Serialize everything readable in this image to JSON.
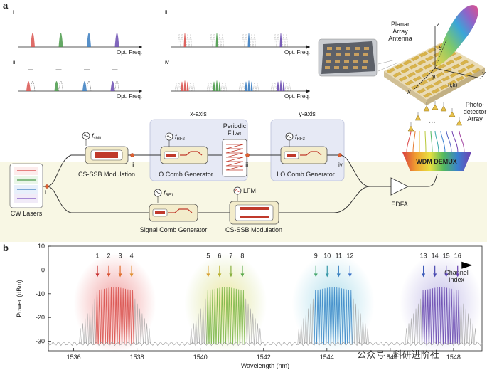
{
  "panel_a": {
    "label": "a",
    "subpanels": {
      "i": "i",
      "ii": "ii",
      "iii": "iii",
      "iv": "iv",
      "axis_label": "Opt. Freq."
    },
    "antenna": {
      "title_line1": "Planar",
      "title_line2": "Array",
      "title_line3": "Antenna",
      "axis_x": "x",
      "axis_y": "y",
      "axis_z": "z",
      "theta": "θ",
      "phi": "φ",
      "element": "(i,k)"
    },
    "photodetector": {
      "line1": "Photo-",
      "line2": "detector",
      "line3": "Array"
    },
    "blocks": {
      "x_axis": "x-axis",
      "y_axis": "y-axis",
      "periodic_filter_line1": "Periodic",
      "periodic_filter_line2": "Filter",
      "cw_lasers": "CW Lasers",
      "cs_ssb_1": "CS-SSB Modulation",
      "lo_comb_1": "LO Comb Generator",
      "lo_comb_2": "LO Comb Generator",
      "signal_comb": "Signal Comb Generator",
      "cs_ssb_2": "CS-SSB Modulation",
      "edfa": "EDFA",
      "wdm": "WDM DEMUX",
      "f_shift": "f",
      "f_shift_sub": "shift",
      "f_rf2": "f",
      "f_rf2_sub": "RF2",
      "f_rf3": "f",
      "f_rf3_sub": "RF3",
      "f_rf1": "f",
      "f_rf1_sub": "RF1",
      "lfm": "LFM",
      "node_i": "i",
      "node_ii": "ii",
      "node_iii": "iii",
      "node_iv": "iv"
    }
  },
  "panel_b": {
    "label": "b",
    "channel_index_line1": "Channel",
    "channel_index_line2": "Index",
    "channels": [
      "1",
      "2",
      "3",
      "4",
      "5",
      "6",
      "7",
      "8",
      "9",
      "10",
      "11",
      "12",
      "13",
      "14",
      "15",
      "16"
    ],
    "watermark": "公众号 · 科研进阶社"
  },
  "chart_data": {
    "type": "line",
    "xlabel": "Wavelength (nm)",
    "ylabel": "Power (dBm)",
    "xlim": [
      1535.2,
      1548.9
    ],
    "ylim": [
      -34,
      10
    ],
    "x_ticks": [
      "1536",
      "1538",
      "1540",
      "1542",
      "1544",
      "1546",
      "1548"
    ],
    "y_ticks": [
      "10",
      "0",
      "-10",
      "-20",
      "-30"
    ],
    "groups": [
      {
        "center_nm": 1537.3,
        "color": "#d9534f",
        "channels": [
          "1",
          "2",
          "3",
          "4"
        ]
      },
      {
        "center_nm": 1540.8,
        "color": "#7ab648",
        "channels": [
          "5",
          "6",
          "7",
          "8"
        ]
      },
      {
        "center_nm": 1544.2,
        "color": "#3a87c8",
        "channels": [
          "9",
          "10",
          "11",
          "12"
        ]
      },
      {
        "center_nm": 1547.6,
        "color": "#6a4bb0",
        "channels": [
          "13",
          "14",
          "15",
          "16"
        ]
      }
    ],
    "peak_level_dBm": -7,
    "noise_floor_dBm": -31
  },
  "colors": {
    "red": "#d9534f",
    "green": "#4a9a4a",
    "blue": "#3a7cc0",
    "purple": "#6a4bb0",
    "box_fill": "#e9ecf6",
    "module_fill": "#f3eccb",
    "band": "#f7f6e6"
  }
}
